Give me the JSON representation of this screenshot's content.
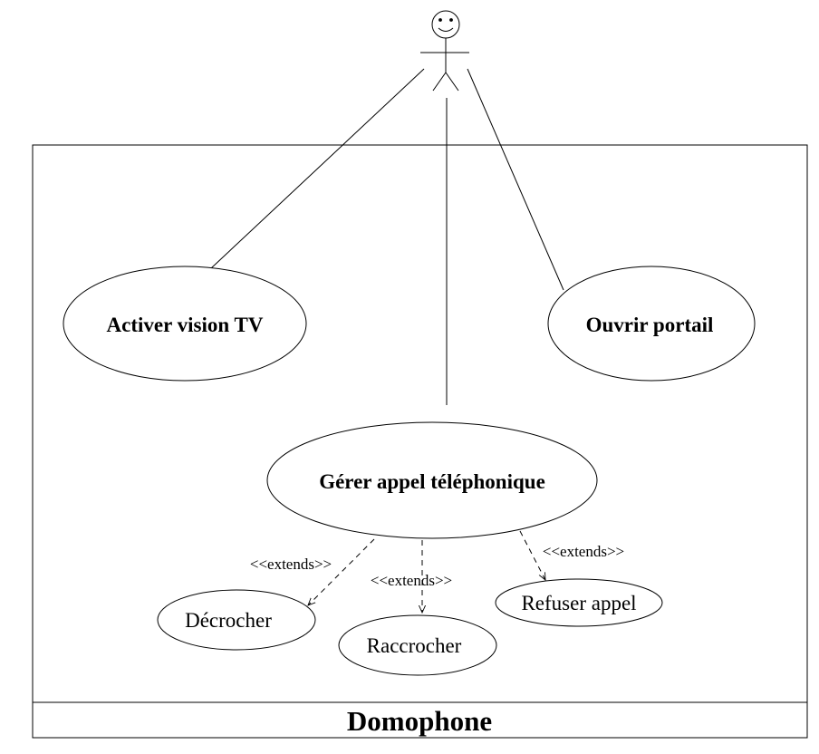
{
  "system": {
    "title": "Domophone"
  },
  "actor": {
    "icon": "stick-figure-actor-icon",
    "label": ""
  },
  "use_cases": {
    "activer_tv": "Activer vision TV",
    "ouvrir_portail": "Ouvrir portail",
    "gerer_appel": "Gérer appel téléphonique",
    "decrocher": "Décrocher",
    "raccrocher": "Raccrocher",
    "refuser_appel": "Refuser appel"
  },
  "relations": {
    "extends_decrocher": "<<extends>>",
    "extends_raccrocher": "<<extends>>",
    "extends_refuser": "<<extends>>"
  },
  "colors": {
    "stroke": "#000000",
    "background": "#ffffff"
  }
}
